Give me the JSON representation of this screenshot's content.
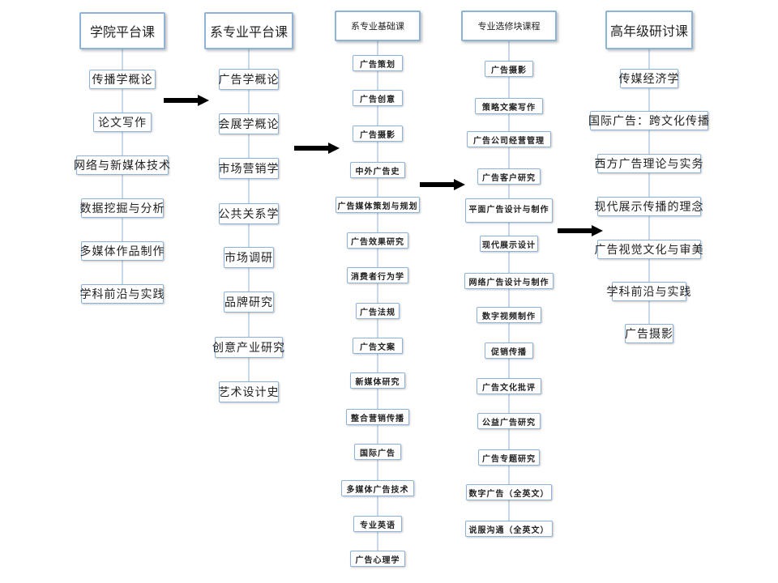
{
  "columns": [
    {
      "id": "college",
      "title": "学院平台课",
      "courses": [
        "传播学概论",
        "论文写作",
        "网络与新媒体技术",
        "数据挖掘与分析",
        "多媒体作品制作",
        "学科前沿与实践"
      ]
    },
    {
      "id": "dept-platform",
      "title": "系专业平台课",
      "courses": [
        "广告学概论",
        "会展学概论",
        "市场营销学",
        "公共关系学",
        "市场调研",
        "品牌研究",
        "创意产业研究",
        "艺术设计史"
      ]
    },
    {
      "id": "dept-basic",
      "title": "系专业基础课",
      "courses": [
        "广告策划",
        "广告创意",
        "广告摄影",
        "中外广告史",
        "广告媒体策划与规划",
        "广告效果研究",
        "消费者行为学",
        "广告法规",
        "广告文案",
        "新媒体研究",
        "整合营销传播",
        "国际广告",
        "多媒体广告技术",
        "专业英语",
        "广告心理学"
      ]
    },
    {
      "id": "elective",
      "title": "专业选修块课程",
      "courses": [
        "广告摄影",
        "策略文案写作",
        "广告公司经营管理",
        "广告客户研究",
        "平面广告设计与制作",
        "现代展示设计",
        "网络广告设计与制作",
        "数字视频制作",
        "促销传播",
        "广告文化批评",
        "公益广告研究",
        "广告专题研究",
        "数字广告（全英文）",
        "说服沟通（全英文）"
      ]
    },
    {
      "id": "seminar",
      "title": "高年级研讨课",
      "courses": [
        "传媒经济学",
        "国际广告：跨文化传播",
        "西方广告理论与实务",
        "现代展示传播的理念",
        "广告视觉文化与审美",
        "学科前沿与实践",
        "广告摄影"
      ]
    }
  ],
  "colors": {
    "border": "#8db3d9",
    "arrow": "#000000"
  }
}
